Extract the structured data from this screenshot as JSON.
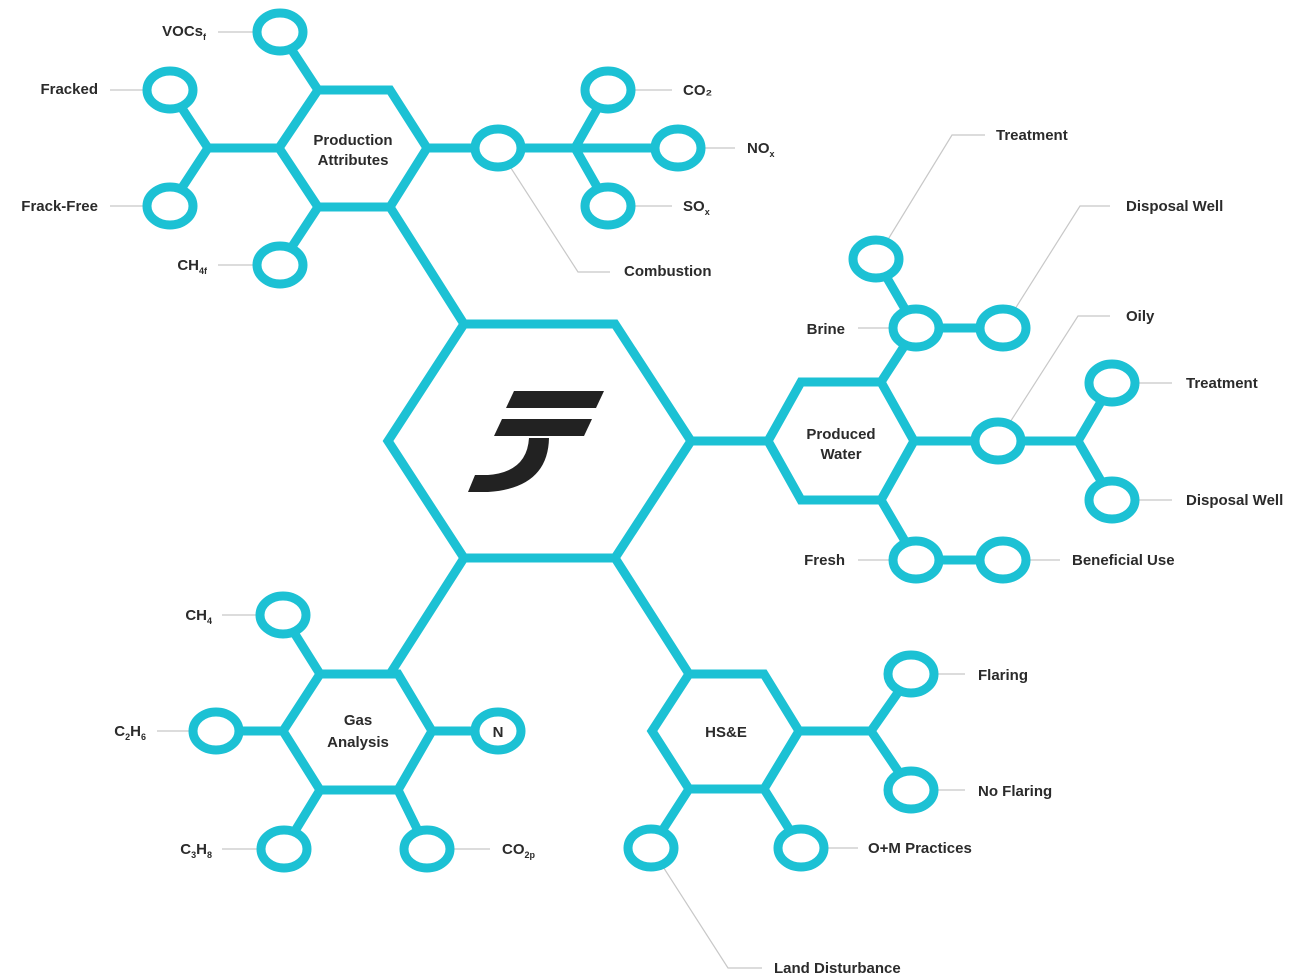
{
  "colors": {
    "accent": "#1cc1d4",
    "text": "#2b2b2b",
    "leader": "#c8c8c8",
    "logo": "#222222"
  },
  "center": {
    "logo": "F-monogram-logo"
  },
  "hubs": {
    "production": {
      "line1": "Production",
      "line2": "Attributes"
    },
    "water": {
      "line1": "Produced",
      "line2": "Water"
    },
    "gas": {
      "line1": "Gas",
      "line2": "Analysis"
    },
    "hse": {
      "line1": "HS&E"
    }
  },
  "node_n": "N",
  "labels": {
    "vocs": {
      "main": "VOCs",
      "sub": "f"
    },
    "fracked": {
      "main": "Fracked"
    },
    "frack_free": {
      "main": "Frack-Free"
    },
    "ch4f": {
      "main": "CH",
      "sub": "4f"
    },
    "co2": {
      "main": "CO₂"
    },
    "nox": {
      "main": "NO",
      "sub": "x"
    },
    "sox": {
      "main": "SO",
      "sub": "x"
    },
    "combustion": {
      "main": "Combustion"
    },
    "treatment_top": {
      "main": "Treatment"
    },
    "disposal_top": {
      "main": "Disposal Well"
    },
    "brine": {
      "main": "Brine"
    },
    "oily": {
      "main": "Oily"
    },
    "treatment_right": {
      "main": "Treatment"
    },
    "disposal_right": {
      "main": "Disposal Well"
    },
    "fresh": {
      "main": "Fresh"
    },
    "beneficial": {
      "main": "Beneficial Use"
    },
    "ch4": {
      "main": "CH",
      "sub": "4"
    },
    "c2h6": {
      "main": "C",
      "sub1": "2",
      "mid": "H",
      "sub2": "6"
    },
    "c3h8": {
      "main": "C",
      "sub1": "3",
      "mid": "H",
      "sub2": "8"
    },
    "co2p": {
      "main": "CO",
      "sub": "2p"
    },
    "flaring": {
      "main": "Flaring"
    },
    "no_flaring": {
      "main": "No Flaring"
    },
    "om": {
      "main": "O+M Practices"
    },
    "land": {
      "main": "Land Disturbance"
    }
  }
}
